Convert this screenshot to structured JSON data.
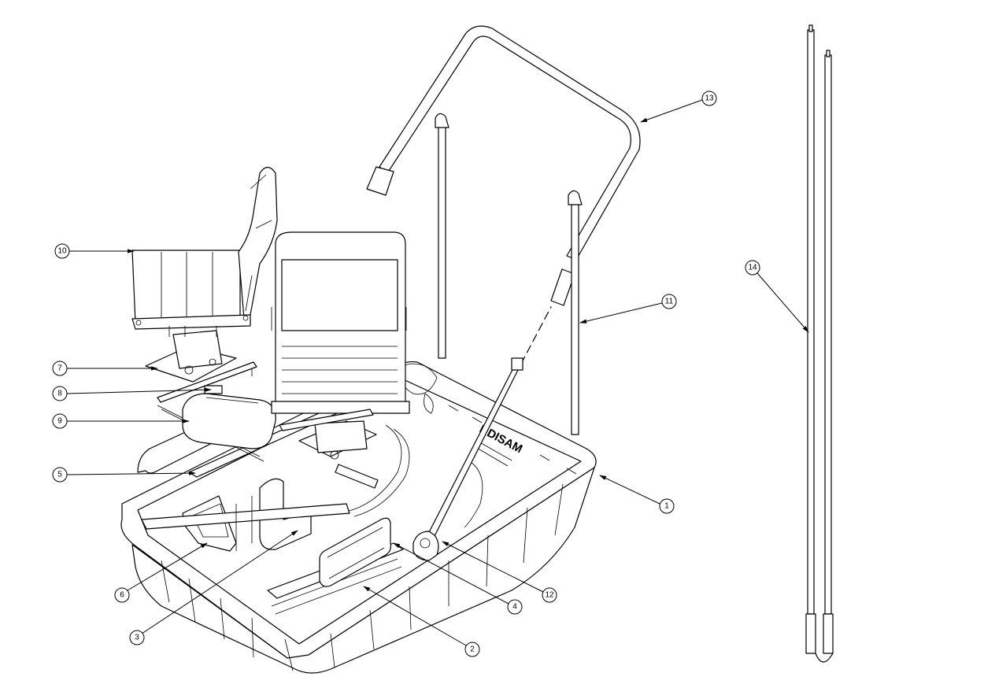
{
  "diagram": {
    "brand_text": "RDISAM",
    "callouts": [
      {
        "id": "c1",
        "label": "1"
      },
      {
        "id": "c2",
        "label": "2"
      },
      {
        "id": "c3",
        "label": "3"
      },
      {
        "id": "c4",
        "label": "4"
      },
      {
        "id": "c5",
        "label": "5"
      },
      {
        "id": "c6",
        "label": "6"
      },
      {
        "id": "c7",
        "label": "7"
      },
      {
        "id": "c8",
        "label": "8"
      },
      {
        "id": "c9",
        "label": "9"
      },
      {
        "id": "c10",
        "label": "10"
      },
      {
        "id": "c11",
        "label": "11"
      },
      {
        "id": "c12",
        "label": "12"
      },
      {
        "id": "c13",
        "label": "13"
      },
      {
        "id": "c14",
        "label": "14"
      }
    ]
  }
}
